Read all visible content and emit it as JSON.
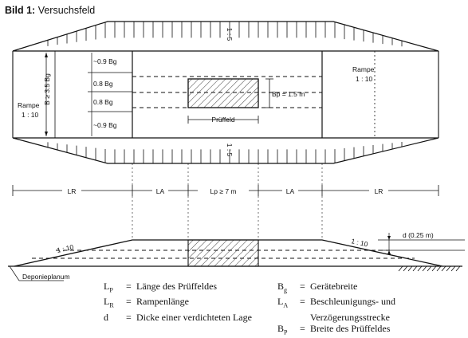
{
  "title": {
    "prefix": "Bild 1:",
    "text": "Versuchsfeld"
  },
  "plan": {
    "rampe_left": "Rampe",
    "ratio_left": "1 : 10",
    "rampe_right": "Rampe",
    "ratio_right": "1 : 10",
    "width_label": "B ≥ 3.5 Bg",
    "slope_top": "1 : 5",
    "slope_bottom": "1 : 5",
    "strips": [
      "~0.9 Bg",
      "0.8 Bg",
      "0.8 Bg",
      "~0.9 Bg"
    ],
    "bp_label": "Bp = 1.5 m",
    "prueffeld": "Prüffeld"
  },
  "dimensions": {
    "lr_left": "LR",
    "la_left": "LA",
    "lp": "Lp ≥ 7 m",
    "la_right": "LA",
    "lr_right": "LR"
  },
  "section": {
    "slope_left": "1 : 10",
    "slope_right": "1 : 10",
    "thickness": "d (0.25 m)",
    "planum": "Deponieplanum"
  },
  "legend": {
    "left": [
      {
        "sym": "L",
        "sub": "P",
        "desc": "Länge des Prüffeldes"
      },
      {
        "sym": "L",
        "sub": "R",
        "desc": "Rampenlänge"
      },
      {
        "sym": "d",
        "sub": "",
        "desc": "Dicke einer verdichteten Lage"
      }
    ],
    "right": [
      {
        "sym": "B",
        "sub": "g",
        "desc": "Gerätebreite"
      },
      {
        "sym": "L",
        "sub": "A",
        "desc": "Beschleunigungs- und",
        "desc2": "Verzögerungsstrecke"
      },
      {
        "sym": "B",
        "sub": "P",
        "desc": "Breite des Prüffeldes"
      }
    ]
  }
}
